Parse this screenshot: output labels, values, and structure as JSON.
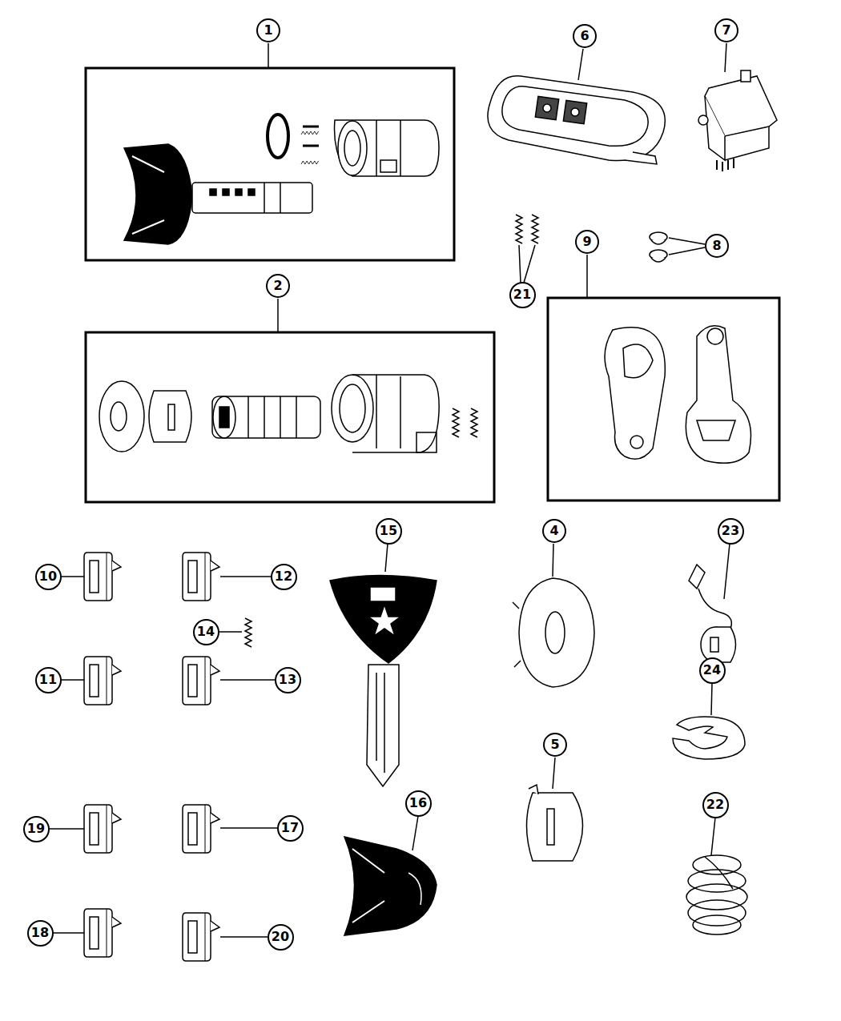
{
  "diagram": {
    "nodes": [
      {
        "text": [
          "1"
        ]
      },
      {
        "text": [
          "6"
        ]
      },
      {
        "text": [
          "7"
        ]
      },
      {
        "text": [
          "8"
        ]
      },
      {
        "text": [
          "2"
        ]
      },
      {
        "text": [
          "9"
        ]
      },
      {
        "text": [
          "21"
        ]
      },
      {
        "text": [
          "15"
        ]
      },
      {
        "text": [
          "4"
        ]
      },
      {
        "text": [
          "23"
        ]
      },
      {
        "text": [
          "10"
        ]
      },
      {
        "text": [
          "12"
        ]
      },
      {
        "text": [
          "14"
        ]
      },
      {
        "text": [
          "24"
        ]
      },
      {
        "text": [
          "11"
        ]
      },
      {
        "text": [
          "13"
        ]
      },
      {
        "text": [
          "5"
        ]
      },
      {
        "text": [
          "22"
        ]
      },
      {
        "text": [
          "16"
        ]
      },
      {
        "text": [
          "19"
        ]
      },
      {
        "text": [
          "17"
        ]
      },
      {
        "text": [
          "18"
        ]
      },
      {
        "text": [
          "20"
        ]
      }
    ]
  }
}
